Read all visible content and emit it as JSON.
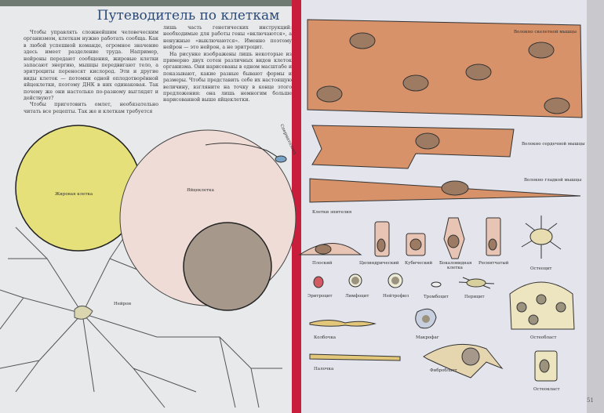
{
  "left_page": {
    "title": "Путеводитель по клеткам",
    "col1_p1": "Чтобы управлять сложнейшим человеческим организмом, клеткам нужно работать сообща. Как в любой успешной команде, огромное значение здесь имеет разделение труда. Например, нейроны передают сообщения, жировые клетки запасают энергию, мышцы передвигают тело, а эритроциты переносят кислород. Эти и другие виды клеток — потомки одной оплодотворённой яйцеклетки, поэтому ДНК в них одинаковая. Так почему же они настолько по-разному выглядят и действуют?",
    "col1_p2": "Чтобы приготовить омлет, необязательно читать все рецепты. Так же и клеткам требуется",
    "col2_p1": "лишь часть генетических инструкций: необходимые для работы гены «включаются», а ненужные «выключаются». Именно поэтому нейрон — это нейрон, а не эритроцит.",
    "col2_p2": "На рисунке изображены лишь некоторые из примерно двух сотен различных видов клеток организма. Они нарисованы в одном масштабе и показывают, какие разные бывают формы и размеры. Чтобы представить себе их настоящую величину, взгляните на точку в конце этого предложения: она лишь немногим больше нарисованной выше яйцеклетки.",
    "labels": {
      "fat": "Жировая клетка",
      "egg": "Яйцеклетка",
      "neuron": "Нейрон",
      "sperm": "Сперматозоид"
    }
  },
  "right_page": {
    "labels": {
      "skeletal": "Волокно скелетной мышцы",
      "cardiac": "Волокно сердечной мышцы",
      "smooth": "Волокно гладкой мышцы",
      "epithelium": "Клетки эпителия",
      "squamous": "Плоский",
      "columnar": "Цилиндрический",
      "cuboidal": "Кубический",
      "goblet": "Бокаловидная клетка",
      "ciliated": "Реснитчатый",
      "osteocyte": "Остеоцит",
      "erythrocyte": "Эритроцит",
      "lymphocyte": "Лимфоцит",
      "neutrophil": "Нейтрофил",
      "platelet": "Тромбоцит",
      "pericyte": "Перицит",
      "cone": "Колбочка",
      "macrophage": "Макрофаг",
      "osteoblast": "Остеобласт",
      "rod": "Палочка",
      "fibroblast": "Фибробласт",
      "osteoclast": "Остеокласт"
    },
    "page_number": "51"
  },
  "colors": {
    "muscle": "#d8926a",
    "fat": "#e6e07a",
    "egg": "#f0dcd6",
    "nucleus": "#a6988a",
    "spine": "#c81e3c",
    "title": "#2c4a78"
  }
}
